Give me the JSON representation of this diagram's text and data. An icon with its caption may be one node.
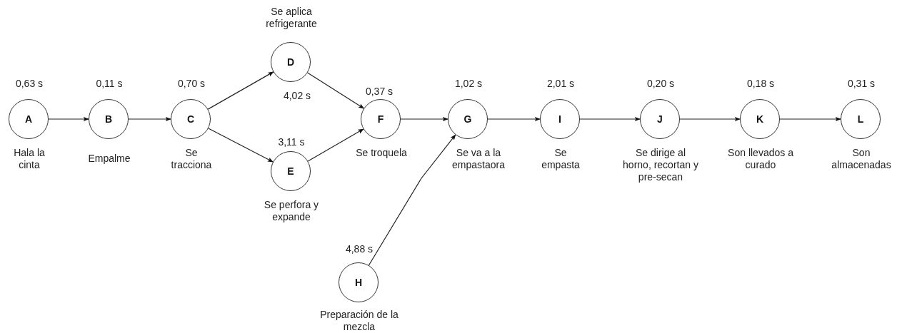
{
  "diagram": {
    "nodes": [
      {
        "text": [
          "A"
        ],
        "beside": [
          "0,63 s",
          "Hala la cinta"
        ]
      },
      {
        "text": [
          "B"
        ],
        "beside": [
          "0,11 s",
          "Empalme"
        ]
      },
      {
        "text": [
          "C"
        ],
        "beside": [
          "0,70 s",
          "Se tracciona"
        ]
      },
      {
        "text": [
          "D"
        ],
        "beside": [
          "Se aplica refrigerante",
          "4,02 s"
        ]
      },
      {
        "text": [
          "E"
        ],
        "beside": [
          "3,11 s",
          "Se perfora y expande"
        ]
      },
      {
        "text": [
          "F"
        ],
        "beside": [
          "0,37 s",
          "Se troquela"
        ]
      },
      {
        "text": [
          "G"
        ],
        "beside": [
          "1,02 s",
          "Se va a la empastaora"
        ]
      },
      {
        "text": [
          "H"
        ],
        "beside": [
          "4,88 s",
          "Preparación de la mezcla"
        ]
      },
      {
        "text": [
          "I"
        ],
        "beside": [
          "2,01 s",
          "Se empasta"
        ]
      },
      {
        "text": [
          "J"
        ],
        "beside": [
          "0,20 s",
          "Se dirige al horno, recortan y pre-secan"
        ]
      },
      {
        "text": [
          "K"
        ],
        "beside": [
          "0,18 s",
          "Son llevados a curado"
        ]
      },
      {
        "text": [
          "L"
        ],
        "beside": [
          "0,31 s",
          "Son almacenadas"
        ]
      }
    ],
    "edges": [
      {
        "from": 0,
        "to": 1,
        "arrow": "to"
      },
      {
        "from": 1,
        "to": 2,
        "arrow": "to"
      },
      {
        "from": 2,
        "to": 3,
        "arrow": "to"
      },
      {
        "from": 2,
        "to": 4,
        "arrow": "to"
      },
      {
        "from": 3,
        "to": 5,
        "arrow": "to"
      },
      {
        "from": 4,
        "to": 5,
        "arrow": "to"
      },
      {
        "from": 5,
        "to": 6,
        "arrow": "to"
      },
      {
        "from": 7,
        "to": 6,
        "arrow": "to"
      },
      {
        "from": 6,
        "to": 8,
        "arrow": "to"
      },
      {
        "from": 8,
        "to": 9,
        "arrow": "to"
      },
      {
        "from": 9,
        "to": 10,
        "arrow": "to"
      },
      {
        "from": 10,
        "to": 11,
        "arrow": "to"
      }
    ]
  }
}
